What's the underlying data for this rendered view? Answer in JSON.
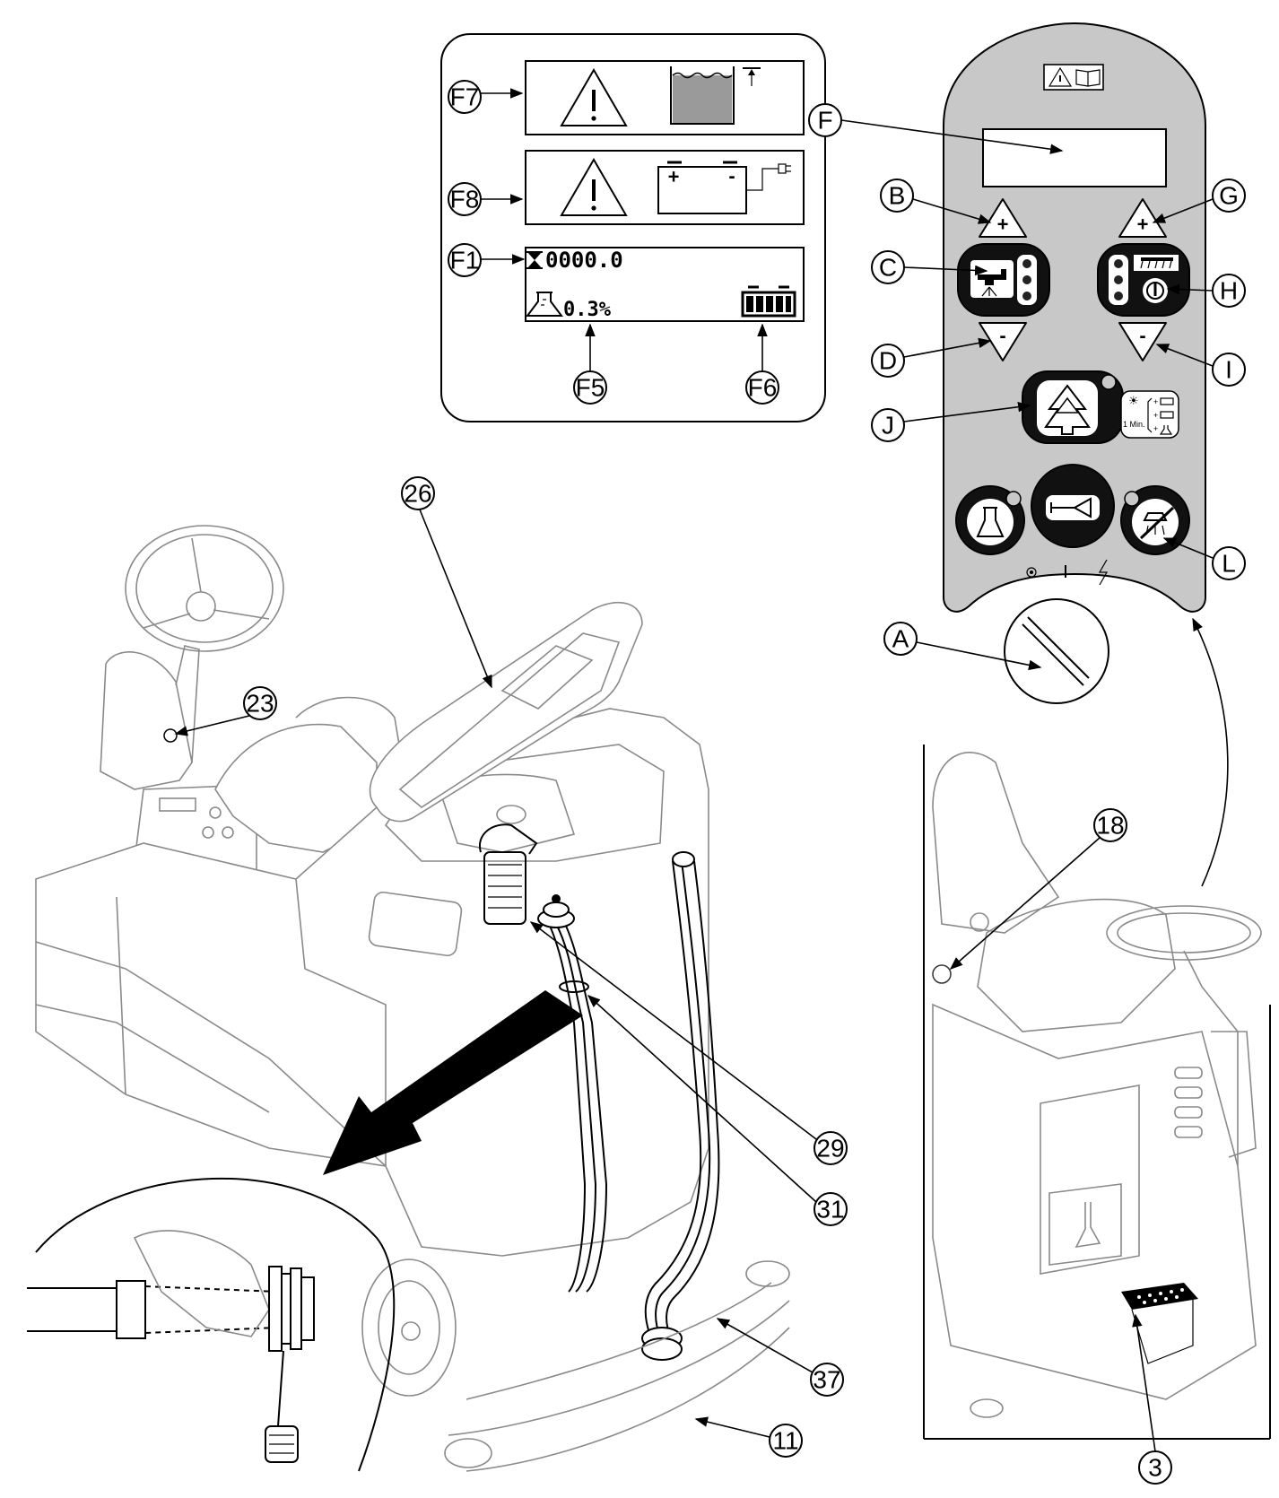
{
  "callouts": {
    "F7": "F7",
    "F8": "F8",
    "F1": "F1",
    "F5": "F5",
    "F6": "F6",
    "F": "F",
    "B": "B",
    "C": "C",
    "D": "D",
    "G": "G",
    "H": "H",
    "I": "I",
    "J": "J",
    "L": "L",
    "A": "A",
    "n26": "26",
    "n23": "23",
    "n29": "29",
    "n31": "31",
    "n37": "37",
    "n11": "11",
    "n18": "18",
    "n3": "3"
  },
  "display": {
    "hour_meter": "0000.0",
    "detergent": "0.3%",
    "timer_label": "1 Min."
  },
  "icons": [
    "warning-triangle-icon",
    "tank-full-icon",
    "battery-plug-icon",
    "hourglass-icon",
    "detergent-flask-icon",
    "battery-level-icon",
    "manual-book-icon",
    "water-tap-icon",
    "brush-icon",
    "power-icon",
    "eco-tree-icon",
    "horn-icon",
    "flask-icon",
    "vacuum-off-icon",
    "steering-wheel-icon",
    "pedal-icon"
  ]
}
